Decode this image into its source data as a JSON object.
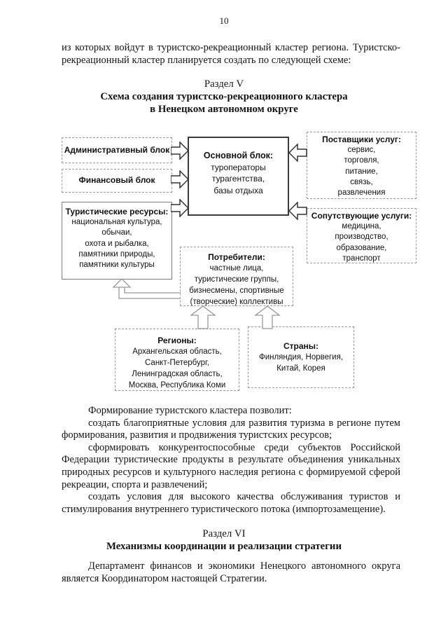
{
  "page_number": "10",
  "intro_paragraph": "из которых войдут в туристско-рекреационный кластер региона. Туристско-рекреационный кластер планируется создать по следующей схеме:",
  "section_v": {
    "label": "Раздел V",
    "title": "Схема создания туристско-рекреационного кластера\nв Ненецком автономном округе"
  },
  "diagram": {
    "admin_block": {
      "title": "Административный блок"
    },
    "finance_block": {
      "title": "Финансовый блок"
    },
    "resources_block": {
      "title": "Туристические ресурсы:",
      "items": "национальная культура,\nобычаи,\nохота и рыбалка,\nпамятники природы,\nпамятники культуры"
    },
    "main_block": {
      "title": "Основной блок:",
      "items": "туроператоры\nтурагентства,\nбазы отдыха"
    },
    "suppliers_block": {
      "title": "Поставщики услуг:",
      "items": "сервис,\nторговля,\nпитание,\nсвязь,\nразвлечения"
    },
    "related_block": {
      "title": "Сопутствующие услуги:",
      "items": "медицина,\nпроизводство,\nобразование,\nтранспорт"
    },
    "consumers_block": {
      "title": "Потребители:",
      "items": "частные лица,\nтуристические группы,\nбизнесмены, спортивные\n(творческие) коллективы"
    },
    "regions_block": {
      "title": "Регионы:",
      "items": "Архангельская область,\nСанкт-Петербург,\nЛенинградская область,\nМосква, Республика Коми"
    },
    "countries_block": {
      "title": "Страны:",
      "items": "Финляндия, Норвегия,\nКитай, Корея"
    }
  },
  "body_paragraphs": [
    "Формирование туристского кластера позволит:",
    "создать благоприятные условия для развития туризма в регионе путем формирования, развития и продвижения туристских ресурсов;",
    "сформировать конкурентоспособные среди субъектов Российской Федерации туристические продукты в результате объединения уникальных природных ресурсов и культурного наследия региона с формируемой сферой рекреации, спорта и развлечений;",
    "создать условия для высокого качества обслуживания туристов и стимулирования внутреннего туристического потока (импортозамещение)."
  ],
  "section_vi": {
    "label": "Раздел VI",
    "title": "Механизмы координации и реализации стратегии"
  },
  "closing_paragraph": "Департамент финансов и экономики Ненецкого автономного округа является Координатором настоящей Стратегии."
}
